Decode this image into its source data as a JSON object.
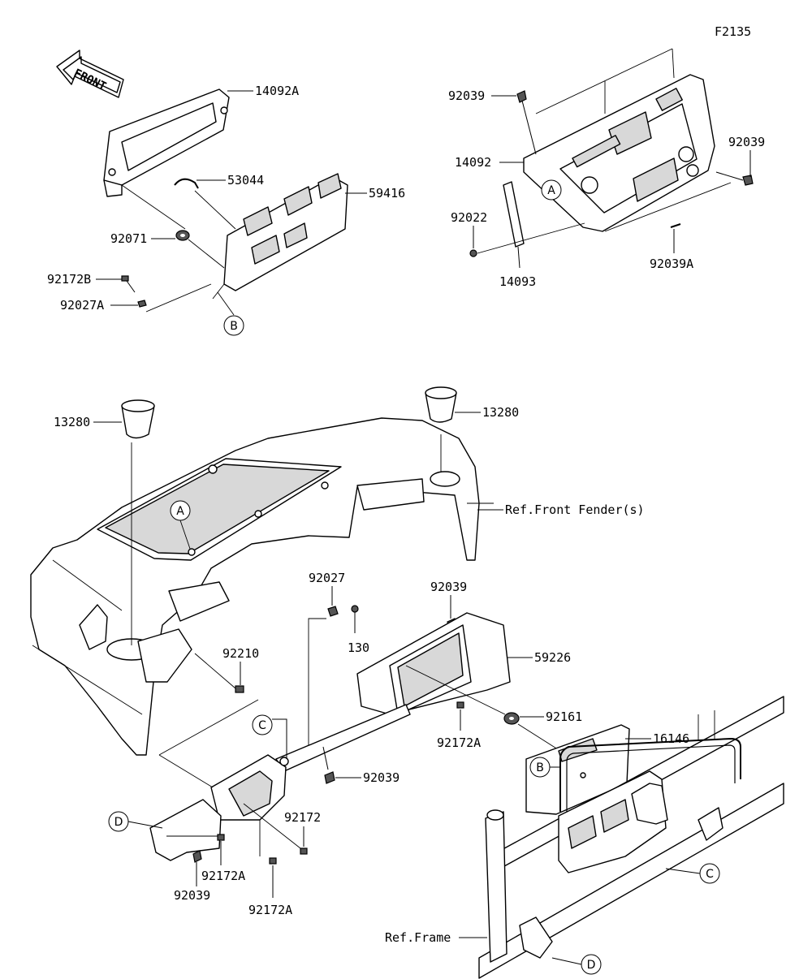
{
  "figure_code": "F2135",
  "front_arrow_label": "FRONT",
  "parts": {
    "p14092A": "14092A",
    "p53044": "53044",
    "p59416": "59416",
    "p92071": "92071",
    "p92172B": "92172B",
    "p92027A": "92027A",
    "p92039_top": "92039",
    "p14092": "14092",
    "p92039_right": "92039",
    "p92022": "92022",
    "p14093": "14093",
    "p92039A": "92039A",
    "p13280_left": "13280",
    "p13280_right": "13280",
    "ref_front_fender": "Ref.Front Fender(s)",
    "p92027": "92027",
    "p130": "130",
    "p92039_mid": "92039",
    "p59226": "59226",
    "p92210": "92210",
    "p92161": "92161",
    "p92172A_mid": "92172A",
    "p16146": "16146",
    "p92039_low": "92039",
    "p92172": "92172",
    "p92172A_left": "92172A",
    "p92039_bottom": "92039",
    "p92172A_bottom": "92172A",
    "ref_frame": "Ref.Frame"
  },
  "callouts": {
    "A_top": "A",
    "B_top": "B",
    "A_dash": "A",
    "C_left": "C",
    "D_left": "D",
    "B_frame": "B",
    "C_frame": "C",
    "D_frame": "D"
  }
}
